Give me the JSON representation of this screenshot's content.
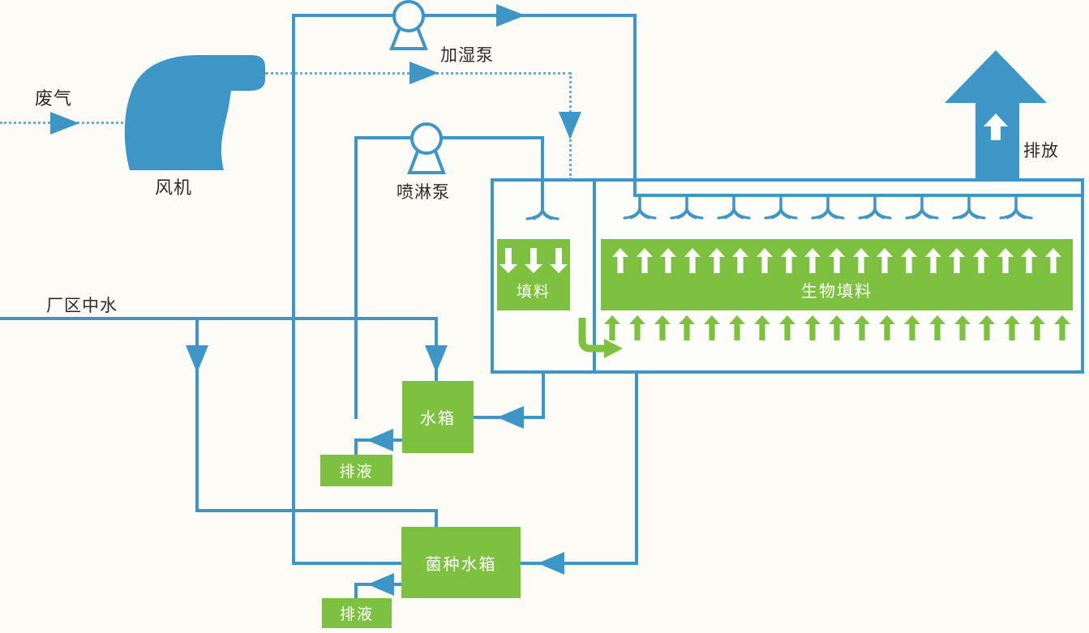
{
  "colors": {
    "pipe_blue": "#4095c5",
    "dashed_blue": "#69abd2",
    "solid_blue": "#3e96c6",
    "green": "#7ec141",
    "label_text": "#2b2b2b",
    "background": "#fcfbf5",
    "white": "#ffffff"
  },
  "labels": {
    "waste_gas": "废气",
    "fan": "风机",
    "humidifier_pump": "加湿泵",
    "spray_pump": "喷淋泵",
    "discharge": "排放",
    "plant_reclaimed_water": "厂区中水",
    "packing": "填料",
    "bio_packing": "生物填料",
    "water_tank": "水箱",
    "water_tank_drain": "排液",
    "seed_tank": "菌种水箱",
    "seed_tank_drain": "排液"
  },
  "glyph_counts": {
    "packing_down_arrows": 3,
    "bio_packing_up_arrows": 19,
    "below_bio_up_arrows": 19,
    "right_sprinklers": 9,
    "left_sprinklers": 1
  }
}
